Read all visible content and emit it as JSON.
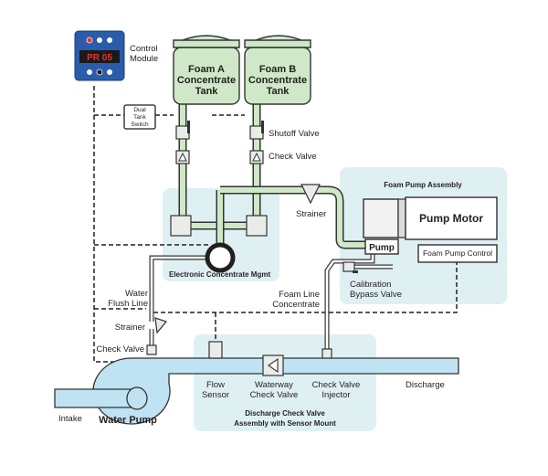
{
  "control_module": {
    "label_line1": "Control",
    "label_line2": "Module",
    "display": "PR 05",
    "colors": {
      "body": "#2a5cab",
      "display_bg": "#1a1a1a",
      "display_text": "#e8312a"
    }
  },
  "dual_tank_switch": {
    "line1": "Dual",
    "line2": "Tank",
    "line3": "Switch"
  },
  "tank_a": {
    "line1": "Foam A",
    "line2": "Concentrate",
    "line3": "Tank"
  },
  "tank_b": {
    "line1": "Foam B",
    "line2": "Concentrate",
    "line3": "Tank"
  },
  "labels": {
    "shutoff_valve": "Shutoff Valve",
    "check_valve_top": "Check Valve",
    "strainer_top": "Strainer",
    "ecm": "Electronic Concentrate Mgmt",
    "water_flush_line1": "Water",
    "water_flush_line2": "Flush Line",
    "foam_line1": "Foam Line",
    "foam_line2": "Concentrate",
    "calibration_line1": "Calibration",
    "calibration_line2": "Bypass Valve",
    "strainer_left": "Strainer",
    "check_valve_left": "Check Valve",
    "flow_sensor_line1": "Flow",
    "flow_sensor_line2": "Sensor",
    "waterway_line1": "Waterway",
    "waterway_line2": "Check Valve",
    "cv_injector_line1": "Check Valve",
    "cv_injector_line2": "Injector",
    "discharge": "Discharge",
    "intake": "Intake",
    "water_pump": "Water Pump",
    "dcv_line1": "Discharge Check Valve",
    "dcv_line2": "Assembly with Sensor Mount"
  },
  "foam_pump_assembly": {
    "title": "Foam Pump Assembly",
    "pump_motor": "Pump Motor",
    "pump": "Pump",
    "control": "Foam Pump Control"
  },
  "colors": {
    "panel": "#dff0f3",
    "tank_fill": "#cfe8c7",
    "water_fill": "#bfe3f2",
    "line": "#231f20"
  }
}
